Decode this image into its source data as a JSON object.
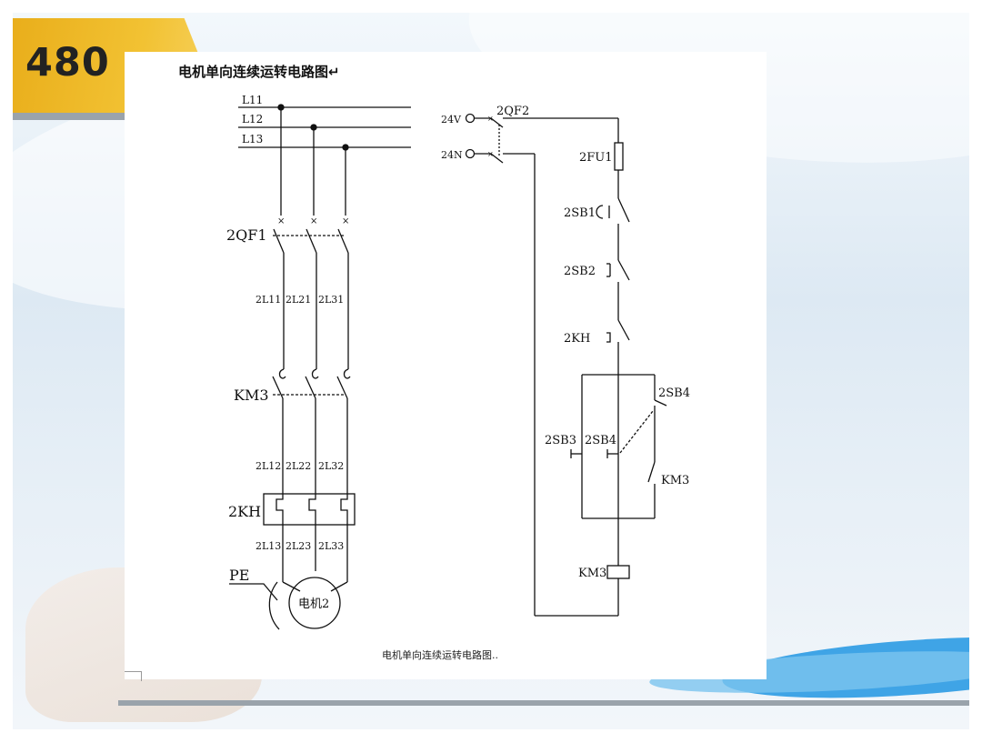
{
  "slide": {
    "number": "480"
  },
  "document": {
    "title": "电机单向连续运转电路图↵",
    "caption": "电机单向连续运转电路图.."
  },
  "power_circuit": {
    "lines": [
      "L11",
      "L12",
      "L13"
    ],
    "breaker": "2QF1",
    "wires_breaker": [
      "2L11",
      "2L21",
      "2L31"
    ],
    "contactor": "KM3",
    "wires_contactor": [
      "2L12",
      "2L22",
      "2L32"
    ],
    "overload": "2KH",
    "wires_overload": [
      "2L13",
      "2L23",
      "2L33"
    ],
    "ground": "PE",
    "motor": "电机2"
  },
  "control_circuit": {
    "supply_pos": "24V",
    "supply_neg": "24N",
    "breaker": "2QF2",
    "fuse": "2FU1",
    "estop": "2SB1",
    "stop": "2SB2",
    "overload_contact": "2KH",
    "start_left": "2SB3",
    "start_mid": "2SB4",
    "start_right": "2SB4",
    "hold_contact": "KM3",
    "coil": "KM3"
  },
  "colors": {
    "badge": "#f2c233",
    "line": "#111111",
    "accent_blue": "#3fa4e6"
  }
}
